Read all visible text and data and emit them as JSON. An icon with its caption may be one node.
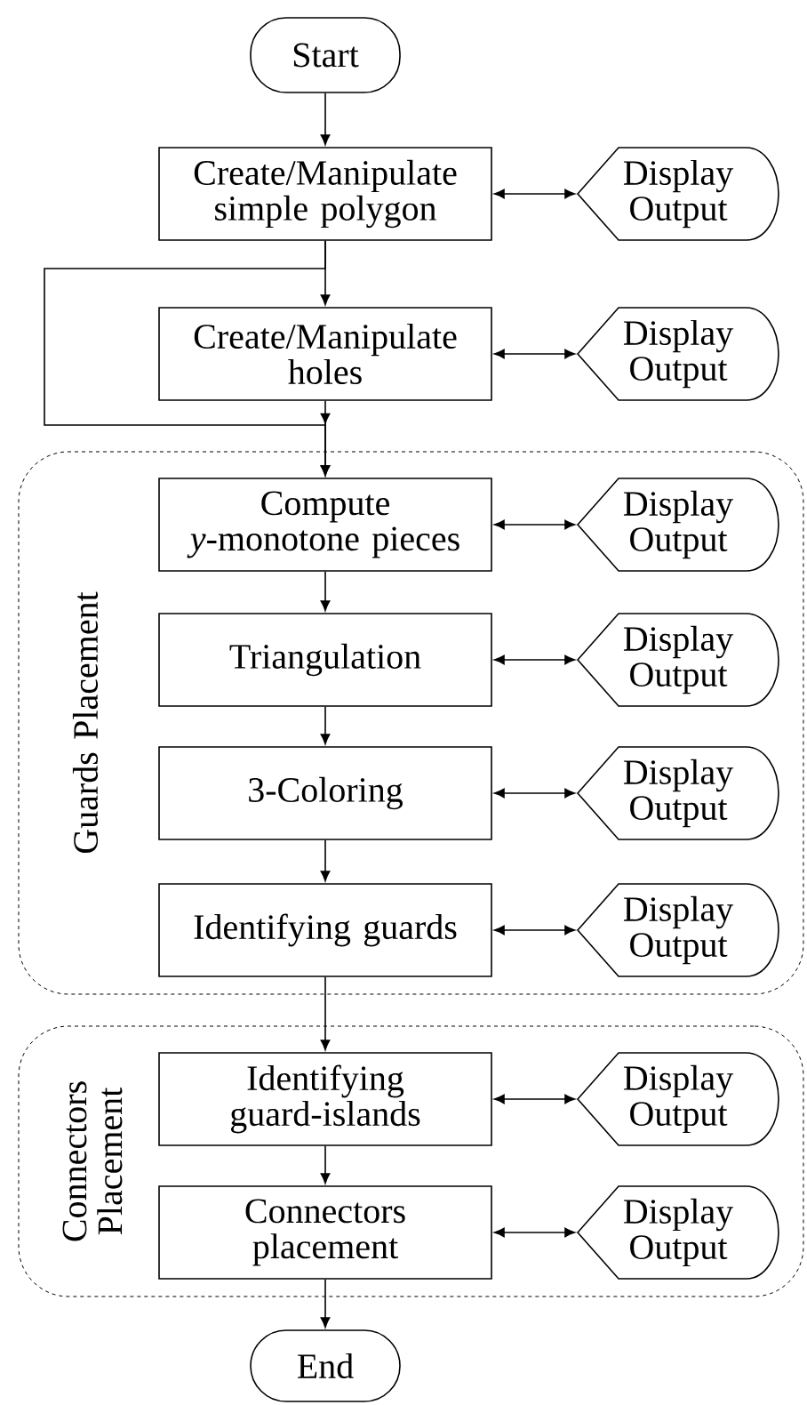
{
  "diagram": {
    "nodes": [
      {
        "text": [
          "Start"
        ]
      },
      {
        "text": [
          "Create/Manipulate simple polygon"
        ]
      },
      {
        "text": [
          "Display Output"
        ]
      },
      {
        "text": [
          "Create/Manipulate holes"
        ]
      },
      {
        "text": [
          "Display Output"
        ]
      },
      {
        "text": [
          "Guards Placement"
        ]
      },
      {
        "text": [
          "Compute *y*-monotone pieces"
        ],
        "in": 5
      },
      {
        "text": [
          "Display Output"
        ],
        "in": 5
      },
      {
        "text": [
          "Triangulation"
        ],
        "in": 5
      },
      {
        "text": [
          "Display Output"
        ],
        "in": 5
      },
      {
        "text": [
          "3-Coloring"
        ],
        "in": 5
      },
      {
        "text": [
          "Display Output"
        ],
        "in": 5
      },
      {
        "text": [
          "Identifying guards"
        ],
        "in": 5
      },
      {
        "text": [
          "Display Output"
        ],
        "in": 5
      },
      {
        "text": [
          "Connectors Placement"
        ]
      },
      {
        "text": [
          "Identifying guard-islands"
        ],
        "in": 14
      },
      {
        "text": [
          "Display Output"
        ],
        "in": 14
      },
      {
        "text": [
          "Connectors placement"
        ],
        "in": 14
      },
      {
        "text": [
          "Display Output"
        ],
        "in": 14
      },
      {
        "text": [
          "End"
        ]
      }
    ],
    "edges": [
      {
        "from": 0,
        "to": 1,
        "arrow": "to"
      },
      {
        "from": 1,
        "to": 2,
        "arrow": "both"
      },
      {
        "from": 1,
        "to": 3,
        "arrow": "to"
      },
      {
        "from": 3,
        "to": 4,
        "arrow": "both"
      },
      {
        "from": 3,
        "to": 6,
        "arrow": "to"
      },
      {
        "from": 1,
        "to": 6,
        "arrow": "to"
      },
      {
        "from": 6,
        "to": 7,
        "arrow": "both"
      },
      {
        "from": 6,
        "to": 8,
        "arrow": "to"
      },
      {
        "from": 8,
        "to": 9,
        "arrow": "both"
      },
      {
        "from": 8,
        "to": 10,
        "arrow": "to"
      },
      {
        "from": 10,
        "to": 11,
        "arrow": "both"
      },
      {
        "from": 10,
        "to": 12,
        "arrow": "to"
      },
      {
        "from": 12,
        "to": 13,
        "arrow": "both"
      },
      {
        "from": 12,
        "to": 15,
        "arrow": "to"
      },
      {
        "from": 15,
        "to": 16,
        "arrow": "both"
      },
      {
        "from": 15,
        "to": 17,
        "arrow": "to"
      },
      {
        "from": 17,
        "to": 18,
        "arrow": "both"
      },
      {
        "from": 17,
        "to": 19,
        "arrow": "to"
      }
    ]
  }
}
